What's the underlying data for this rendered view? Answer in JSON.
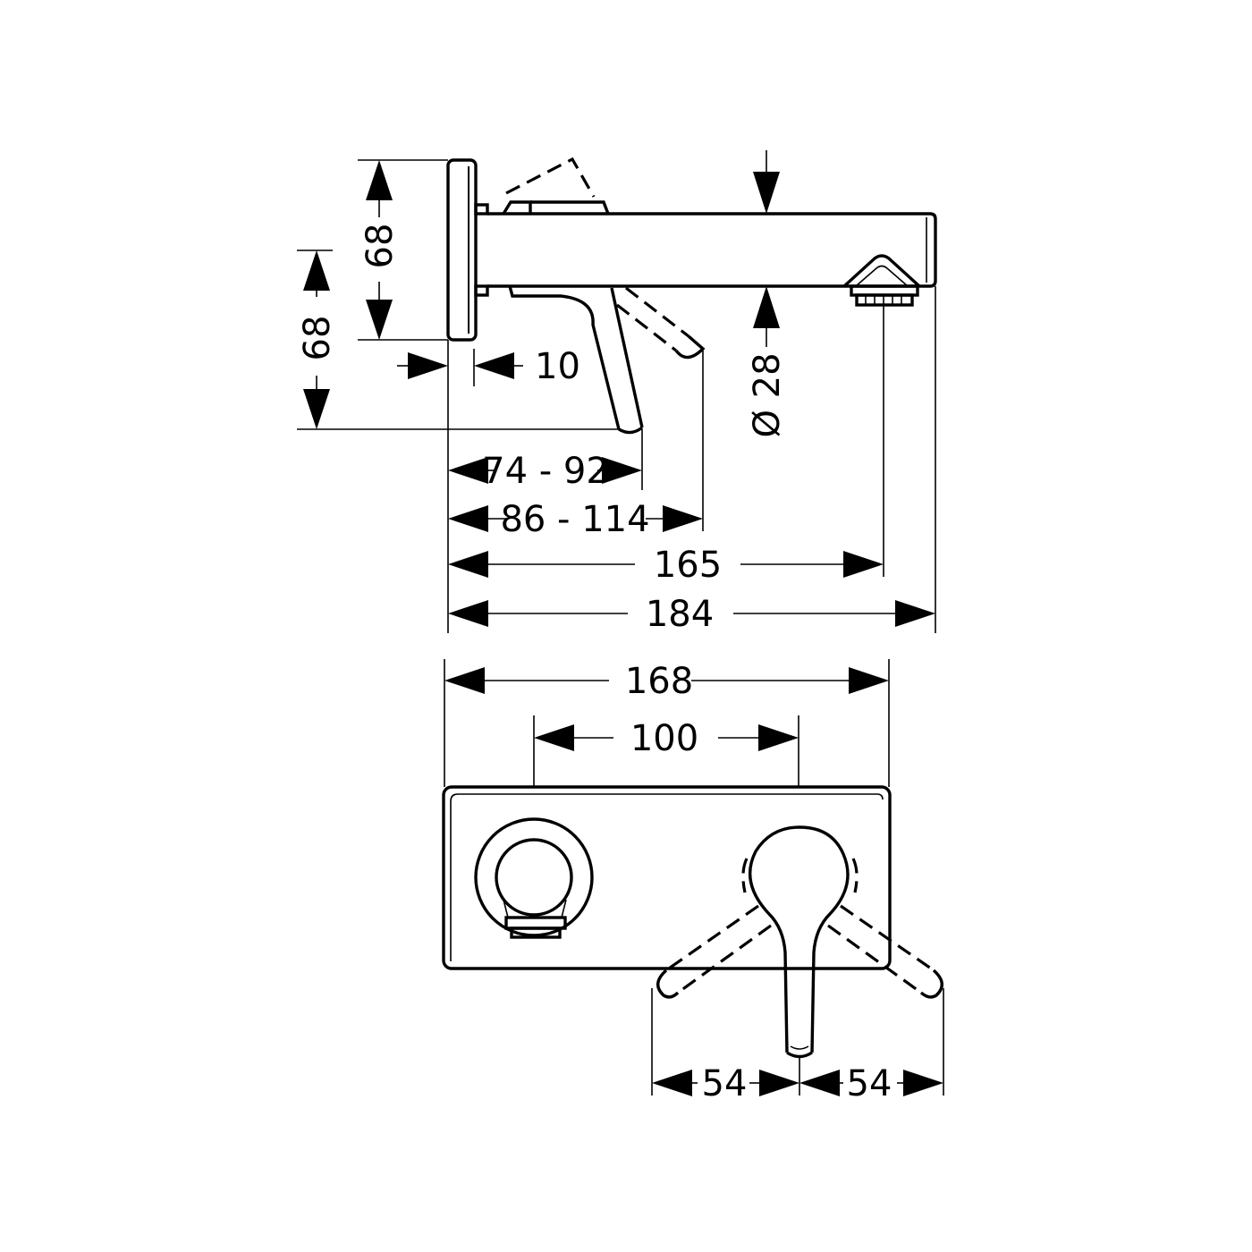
{
  "drawing": {
    "side_view": {
      "dim_overall_height": "68",
      "dim_lever_height": "68",
      "dim_plate_thickness": "10",
      "dim_outlet_diameter": "Ø 28",
      "dim_lever_reach_a": "74 - 92",
      "dim_lever_reach_b": "86 - 114",
      "dim_outlet_distance": "165",
      "dim_spout_length": "184"
    },
    "front_view": {
      "dim_plate_width": "168",
      "dim_center_distance": "100",
      "dim_lever_swing_left": "54",
      "dim_lever_swing_right": "54"
    }
  }
}
